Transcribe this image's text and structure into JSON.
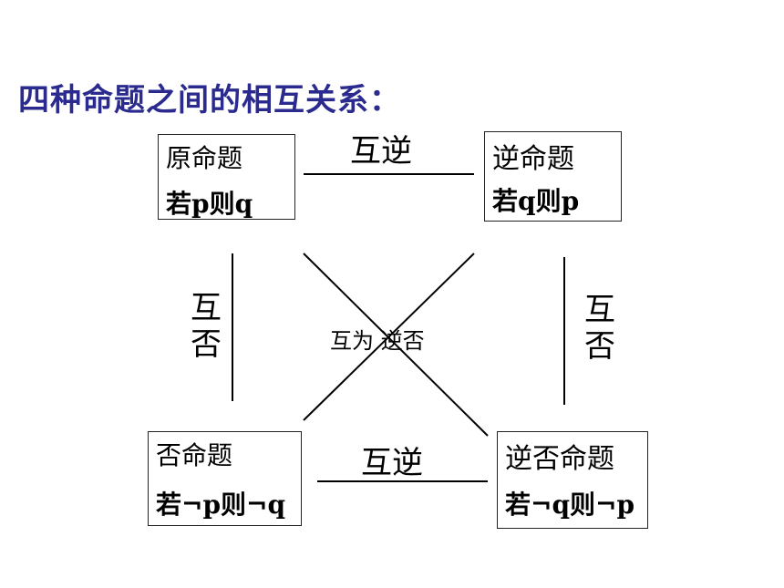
{
  "title": "四种命题之间的相互关系：",
  "boxes": {
    "original": {
      "name": "原命题",
      "form": "若p则q"
    },
    "converse": {
      "name": "逆命题",
      "form": "若q则p"
    },
    "inverse": {
      "name": "否命题",
      "form": "若¬p则¬q"
    },
    "contrapositive": {
      "name": "逆否命题",
      "form": "若¬q则¬p"
    }
  },
  "relations": {
    "top": "互逆",
    "bottom": "互逆",
    "left": "互否",
    "right": "互否",
    "center": "互为 逆否"
  }
}
